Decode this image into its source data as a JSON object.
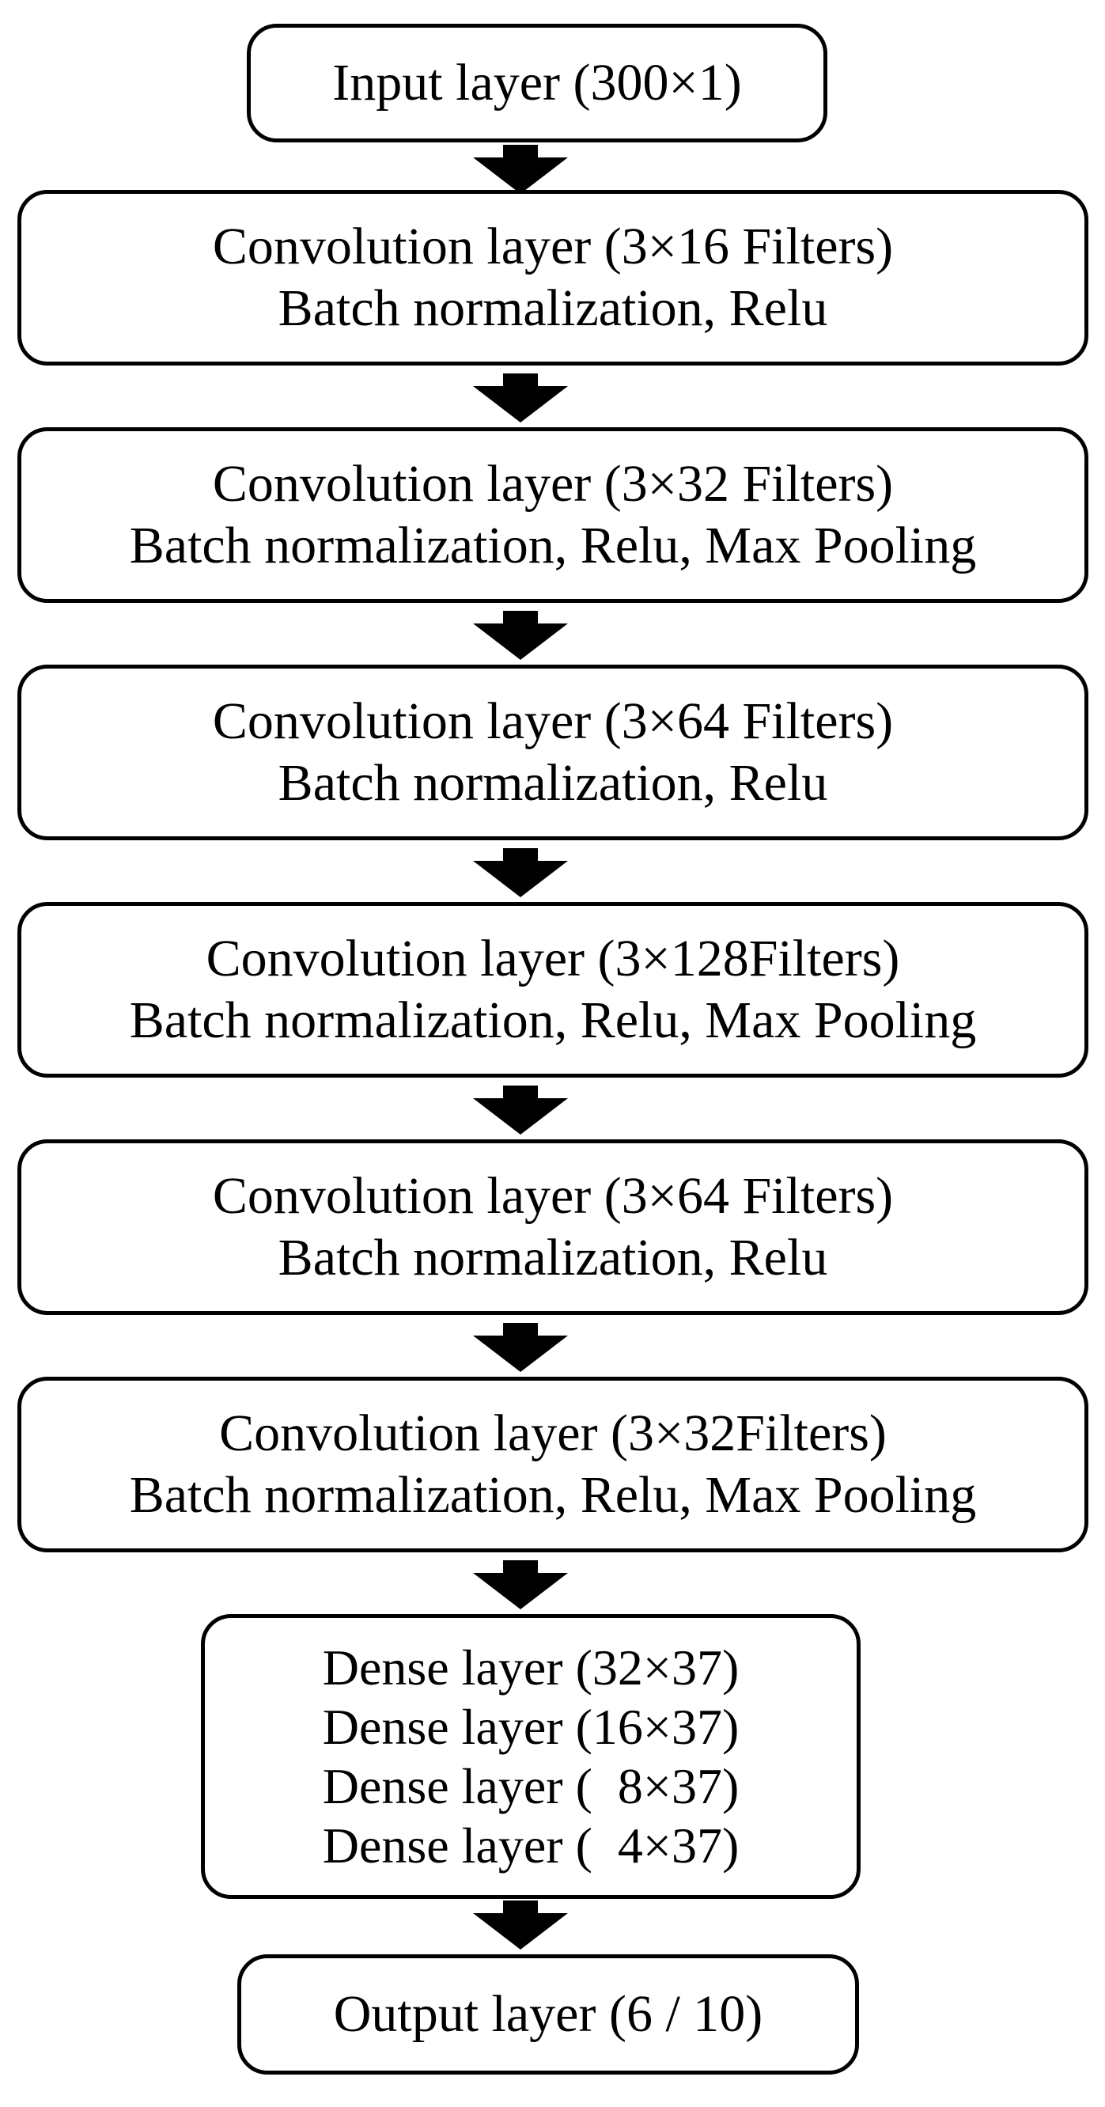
{
  "diagram": {
    "nodes": [
      {
        "id": "input",
        "lines": [
          "Input layer (300×1)"
        ]
      },
      {
        "id": "conv1",
        "lines": [
          "Convolution layer (3×16 Filters)",
          "Batch normalization, Relu"
        ]
      },
      {
        "id": "conv2",
        "lines": [
          "Convolution layer (3×32 Filters)",
          "Batch normalization, Relu, Max Pooling"
        ]
      },
      {
        "id": "conv3",
        "lines": [
          "Convolution layer (3×64 Filters)",
          "Batch normalization, Relu"
        ]
      },
      {
        "id": "conv4",
        "lines": [
          "Convolution layer (3×128Filters)",
          "Batch normalization, Relu, Max Pooling"
        ]
      },
      {
        "id": "conv5",
        "lines": [
          "Convolution layer (3×64 Filters)",
          "Batch normalization, Relu"
        ]
      },
      {
        "id": "conv6",
        "lines": [
          "Convolution layer (3×32Filters)",
          "Batch normalization, Relu, Max Pooling"
        ]
      },
      {
        "id": "dense",
        "lines": [
          "Dense layer (32×37)",
          "Dense layer (16×37)",
          "Dense layer (  8×37)",
          "Dense layer (  4×37)"
        ]
      },
      {
        "id": "output",
        "lines": [
          "Output layer (6 / 10)"
        ]
      }
    ],
    "edges": [
      {
        "from": "input",
        "to": "conv1"
      },
      {
        "from": "conv1",
        "to": "conv2"
      },
      {
        "from": "conv2",
        "to": "conv3"
      },
      {
        "from": "conv3",
        "to": "conv4"
      },
      {
        "from": "conv4",
        "to": "conv5"
      },
      {
        "from": "conv5",
        "to": "conv6"
      },
      {
        "from": "conv6",
        "to": "dense"
      },
      {
        "from": "dense",
        "to": "output"
      }
    ],
    "colors": {
      "stroke": "#000000",
      "fill": "#ffffff",
      "arrow": "#000000"
    }
  }
}
